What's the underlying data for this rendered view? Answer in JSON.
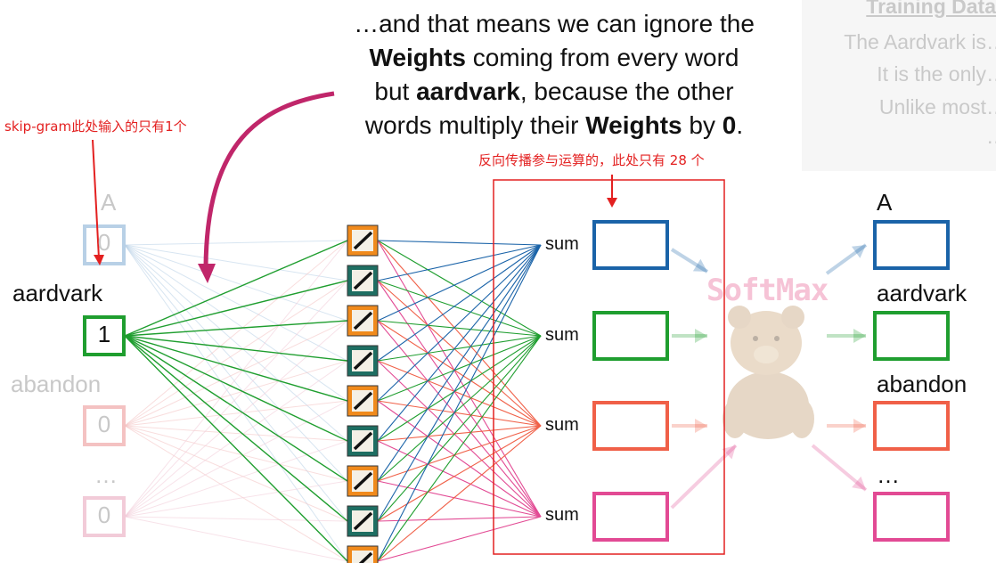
{
  "caption": {
    "p1": "…and that means we can ignore the",
    "p2_bold": "Weights",
    "p2_rest": " coming from every word",
    "p3_a": "but ",
    "p3_bold": "aardvark",
    "p3_rest": ", because the other",
    "p4_a": "words multiply their ",
    "p4_bold": "Weights",
    "p4_mid": " by ",
    "p4_zero": "0",
    "p4_end": "."
  },
  "training_data": {
    "heading": "Training Data",
    "lines": [
      "The Aardvark is…",
      "It is the only…",
      "Unlike most…",
      "…"
    ]
  },
  "annotations": {
    "skip_gram": "skip-gram此处输入的只有1个",
    "backprop": "反向传播参与运算的，此处只有 28 个"
  },
  "inputs": [
    {
      "word": "A",
      "value": "0",
      "color": "#b8d0e6",
      "faded": true
    },
    {
      "word": "aardvark",
      "value": "1",
      "color": "#1f9e2f",
      "faded": false
    },
    {
      "word": "abandon",
      "value": "0",
      "color": "#f4c2c2",
      "faded": true
    },
    {
      "word": "…",
      "value": "0",
      "color": "#f2cbd8",
      "faded": true
    }
  ],
  "sum_nodes": [
    {
      "label": "sum",
      "color": "#1a63a8"
    },
    {
      "label": "sum",
      "color": "#1f9e2f"
    },
    {
      "label": "sum",
      "color": "#f06048"
    },
    {
      "label": "sum",
      "color": "#e24a94"
    }
  ],
  "outputs": [
    {
      "word": "A",
      "color": "#1a63a8"
    },
    {
      "word": "aardvark",
      "color": "#1f9e2f"
    },
    {
      "word": "abandon",
      "color": "#f06048"
    },
    {
      "word": "…",
      "color": "#e24a94"
    }
  ],
  "softmax_label": "SoftMax",
  "activation_count": 9,
  "colors": {
    "annotation_red": "#e32020",
    "arrow_magenta": "#c0266a",
    "orange": "#f08a1c",
    "teal": "#1e6e62"
  }
}
